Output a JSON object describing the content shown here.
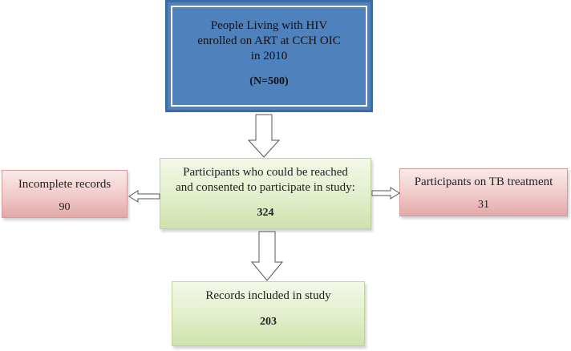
{
  "diagram": {
    "top": {
      "lines": [
        "People Living with HIV",
        "enrolled on ART at CCH OIC",
        "in 2010"
      ],
      "count": "(N=500)"
    },
    "middle": {
      "lines": [
        "Participants who could be reached",
        "and consented to participate in study:"
      ],
      "count": "324"
    },
    "left": {
      "label": "Incomplete records",
      "count": "90"
    },
    "right": {
      "label": "Participants on TB treatment",
      "count": "31"
    },
    "bottom": {
      "label": "Records included in study",
      "count": "203"
    }
  },
  "colors": {
    "top_fill": "#4f81bd",
    "green_fill": "#d7e7bc",
    "pink_fill": "#efc3c3"
  }
}
